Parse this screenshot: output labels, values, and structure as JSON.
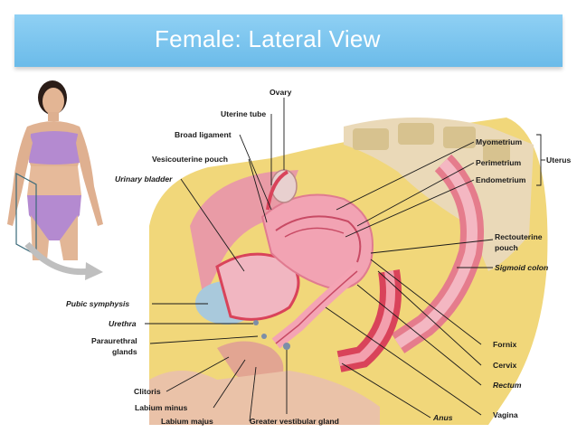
{
  "slide": {
    "title": "Female: Lateral View"
  },
  "labels": {
    "ovary": "Ovary",
    "uterine_tube": "Uterine tube",
    "broad_ligament": "Broad ligament",
    "vesicouterine_pouch": "Vesicouterine pouch",
    "urinary_bladder": "Urinary bladder",
    "pubic_symphysis": "Pubic symphysis",
    "urethra": "Urethra",
    "paraurethral_glands_1": "Paraurethral",
    "paraurethral_glands_2": "glands",
    "clitoris": "Clitoris",
    "labium_minus": "Labium minus",
    "labium_majus": "Labium majus",
    "greater_vestibular_gland": "Greater vestibular gland",
    "anus": "Anus",
    "vagina": "Vagina",
    "rectum": "Rectum",
    "cervix": "Cervix",
    "fornix": "Fornix",
    "sigmoid_colon": "Sigmoid colon",
    "rectouterine_pouch_1": "Rectouterine",
    "rectouterine_pouch_2": "pouch",
    "myometrium": "Myometrium",
    "perimetrium": "Perimetrium",
    "endometrium": "Endometrium",
    "uterus": "Uterus"
  },
  "colors": {
    "accent": "#6bbbe9",
    "uterus": "#f2a3b3",
    "fat": "#f1d77a",
    "muscle": "#d9435a",
    "bladder": "#a9c9dc",
    "skin": "#eac2a8"
  }
}
